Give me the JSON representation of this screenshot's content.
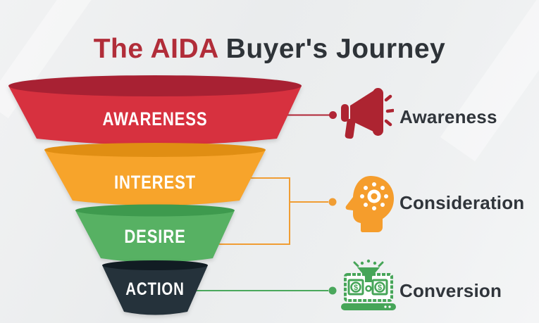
{
  "title": {
    "highlight": "The AIDA",
    "rest": " Buyer's Journey",
    "highlight_color": "#b12d39",
    "rest_color": "#2e3338"
  },
  "background_color": "#edeff0",
  "funnel": {
    "stages": [
      {
        "label": "AWARENESS",
        "body_color": "#d7313f",
        "rim_color": "#a82133",
        "text_color": "#ffffff"
      },
      {
        "label": "INTEREST",
        "body_color": "#f7a42b",
        "rim_color": "#e08e13",
        "text_color": "#ffffff"
      },
      {
        "label": "DESIRE",
        "body_color": "#57b163",
        "rim_color": "#3e9a4e",
        "text_color": "#ffffff"
      },
      {
        "label": "ACTION",
        "body_color": "#25323b",
        "rim_color": "#111c23",
        "text_color": "#ffffff"
      }
    ]
  },
  "connectors": [
    {
      "target": "Awareness",
      "color": "#b02536"
    },
    {
      "target": "Consideration",
      "color": "#f09d33"
    },
    {
      "target": "Conversion",
      "color": "#4aa85c"
    }
  ],
  "legend": [
    {
      "label": "Awareness",
      "icon": "megaphone-icon",
      "icon_color": "#ad2431"
    },
    {
      "label": "Consideration",
      "icon": "head-idea-icon",
      "icon_color": "#f59d2c"
    },
    {
      "label": "Conversion",
      "icon": "sales-funnel-laptop-icon",
      "icon_color": "#46a558",
      "dollar_glyph": "$"
    }
  ],
  "label_text_color": "#30353b"
}
